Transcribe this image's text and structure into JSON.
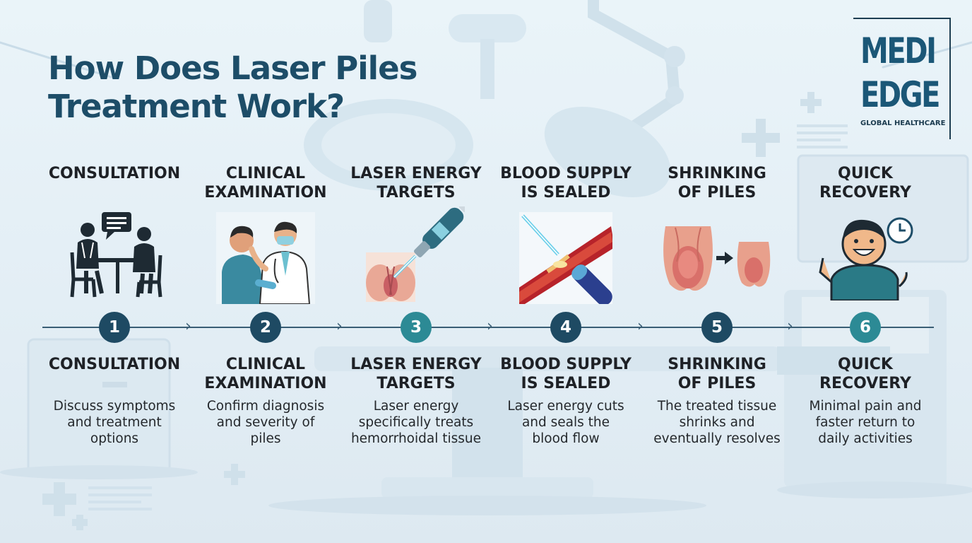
{
  "title_lines": [
    "How Does Laser Piles",
    "Treatment Work?"
  ],
  "logo": {
    "line1": "MEDI",
    "line2": "EDGE",
    "line3": "GLOBAL HEALTHCARE"
  },
  "steps": [
    {
      "number": "1",
      "heading": [
        "CONSULTATION"
      ],
      "title": [
        "CONSULTATION"
      ],
      "description": [
        "Discuss symptoms",
        "and treatment",
        "options"
      ],
      "icon": "doctor-patient-consultation-icon"
    },
    {
      "number": "2",
      "heading": [
        "CLINICAL",
        "EXAMINATION"
      ],
      "title": [
        "CLINICAL",
        "EXAMINATION"
      ],
      "description": [
        "Confirm diagnosis",
        "and severity of",
        "piles"
      ],
      "icon": "doctor-examining-patient-icon"
    },
    {
      "number": "3",
      "heading": [
        "LASER ENERGY",
        "TARGETS"
      ],
      "title": [
        "LASER ENERGY",
        "TARGETS"
      ],
      "description": [
        "Laser energy",
        "specifically treats",
        "hemorrhoidal tissue"
      ],
      "icon": "laser-probe-icon"
    },
    {
      "number": "4",
      "heading": [
        "BLOOD SUPPLY",
        "IS SEALED"
      ],
      "title": [
        "BLOOD SUPPLY",
        "IS SEALED"
      ],
      "description": [
        "Laser energy cuts",
        "and seals the",
        "blood flow"
      ],
      "icon": "sealed-blood-vessel-icon"
    },
    {
      "number": "5",
      "heading": [
        "SHRINKING",
        "OF PILES"
      ],
      "title": [
        "SHRINKING",
        "OF PILES"
      ],
      "description": [
        "The treated tissue",
        "shrinks and",
        "eventually resolves"
      ],
      "icon": "shrinking-piles-icon"
    },
    {
      "number": "6",
      "heading": [
        "QUICK",
        "RECOVERY"
      ],
      "title": [
        "QUICK",
        "RECOVERY"
      ],
      "description": [
        "Minimal pain and",
        "faster return to",
        "daily activities"
      ],
      "icon": "happy-patient-clock-icon"
    }
  ],
  "colors": {
    "title": "#1d4d68",
    "step_number_fill": "#1e4a63",
    "highlighted_step_fill": "#2c8a95",
    "timeline": "#3a5e75",
    "background": "#e6f0f6"
  }
}
